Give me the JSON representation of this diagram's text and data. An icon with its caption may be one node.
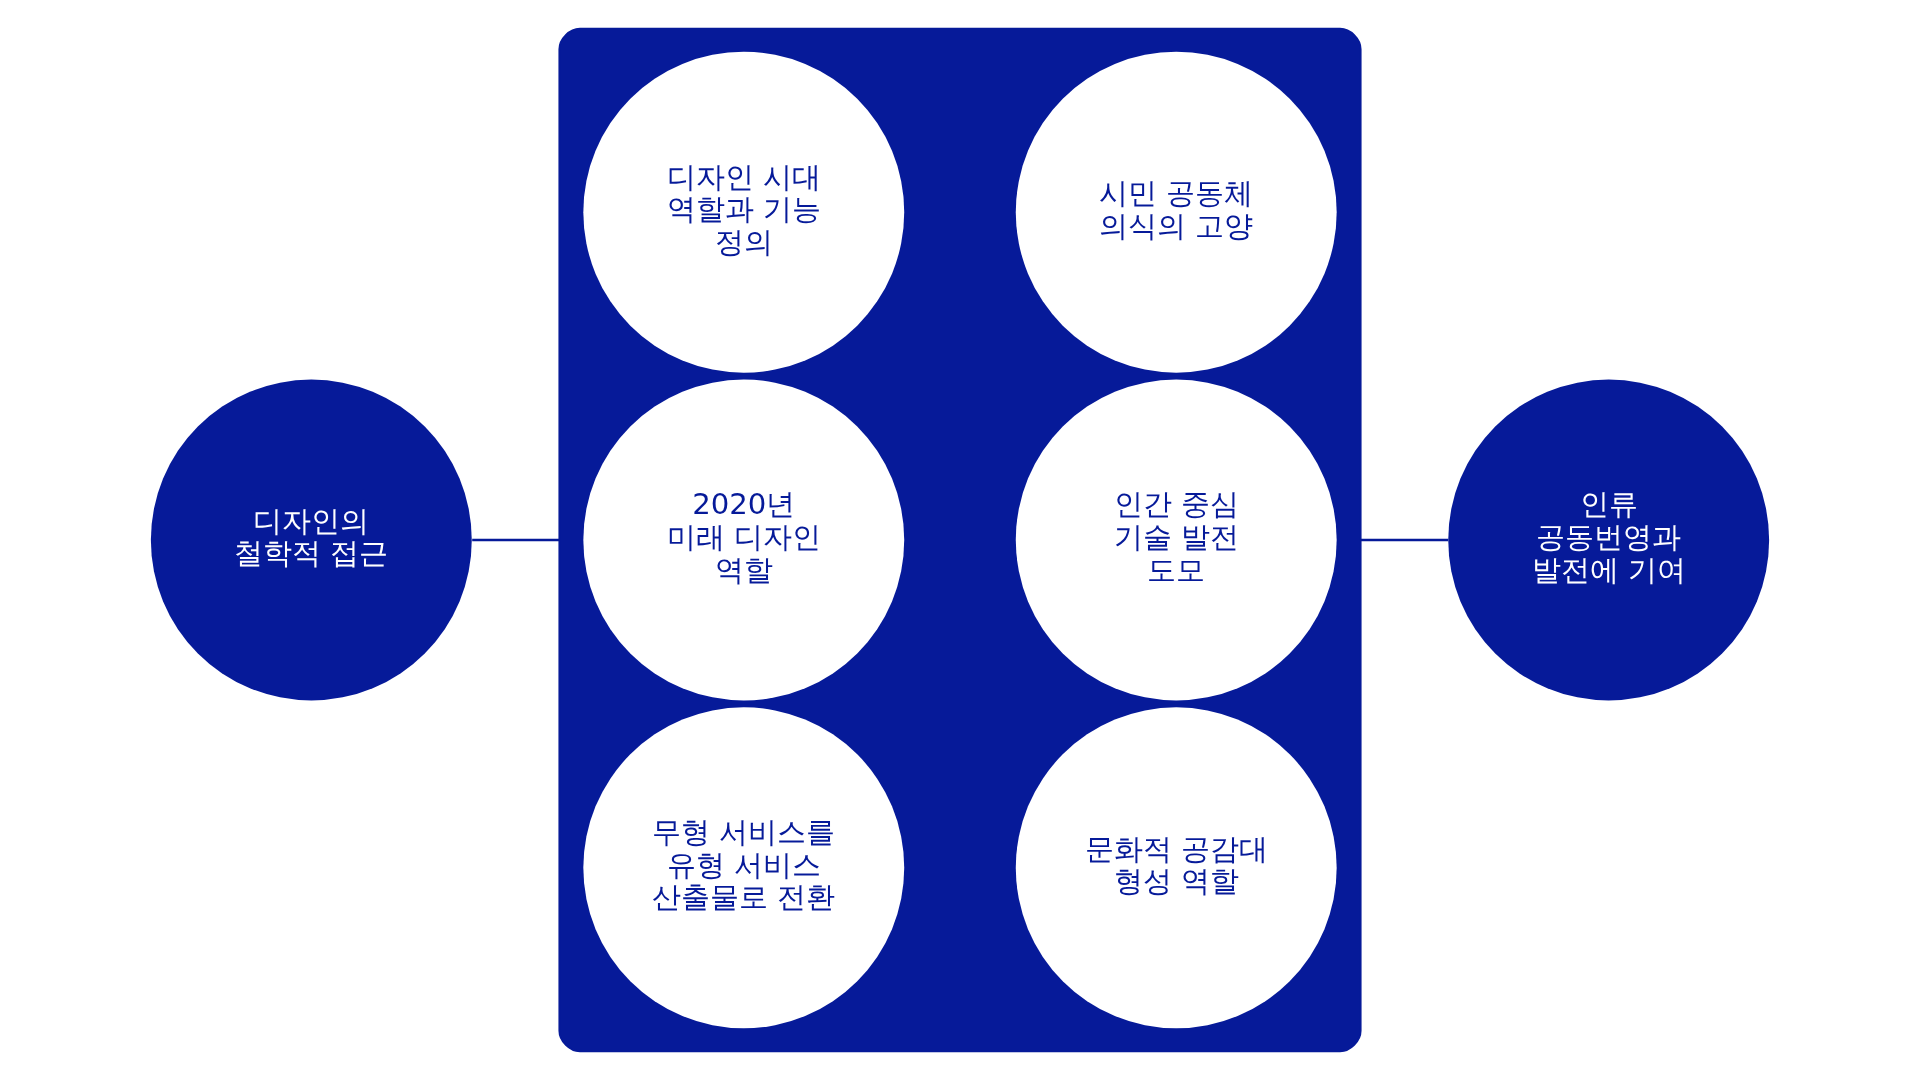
{
  "diagram": {
    "nodes": [
      {
        "text": [
          "디자인의 철학적 접근"
        ]
      },
      {
        "text": [],
        "shape": "box"
      },
      {
        "text": [
          "디자인 시대 역할과 기능 정의"
        ],
        "in": 1
      },
      {
        "text": [
          "시민 공동체 의식의 고양"
        ],
        "in": 1
      },
      {
        "text": [
          "2020년 미래 디자인 역할"
        ],
        "in": 1
      },
      {
        "text": [
          "인간 중심 기술 발전 도모"
        ],
        "in": 1
      },
      {
        "text": [
          "무형 서비스를 유형 서비스 산출물로 전환"
        ],
        "in": 1
      },
      {
        "text": [
          "문화적 공감대 형성 역할"
        ],
        "in": 1
      },
      {
        "text": [
          "인류 공동번영과 발전에 기여"
        ]
      }
    ],
    "edges": [
      {
        "from": 0,
        "to": 1,
        "arrow": "none"
      },
      {
        "from": 1,
        "to": 8,
        "arrow": "none"
      }
    ]
  }
}
